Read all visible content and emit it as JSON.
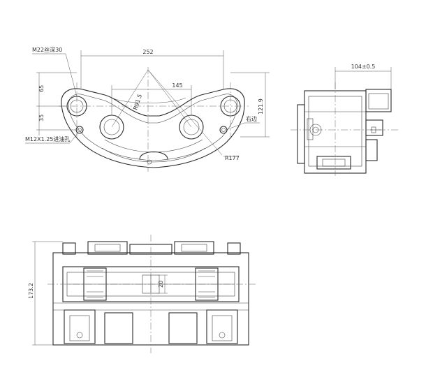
{
  "labels": {
    "thread_m22": "M22丝深30",
    "thread_m12": "M12X1.25进油孔",
    "right_side": "右边",
    "radius_177": "R177",
    "radius_91": "R91.5"
  },
  "dimensions": {
    "d252": "252",
    "d145": "145",
    "d65": "65",
    "d35": "35",
    "d121": "121.9",
    "d104": "104±0.5",
    "d20": "20",
    "d173": "173.2"
  }
}
